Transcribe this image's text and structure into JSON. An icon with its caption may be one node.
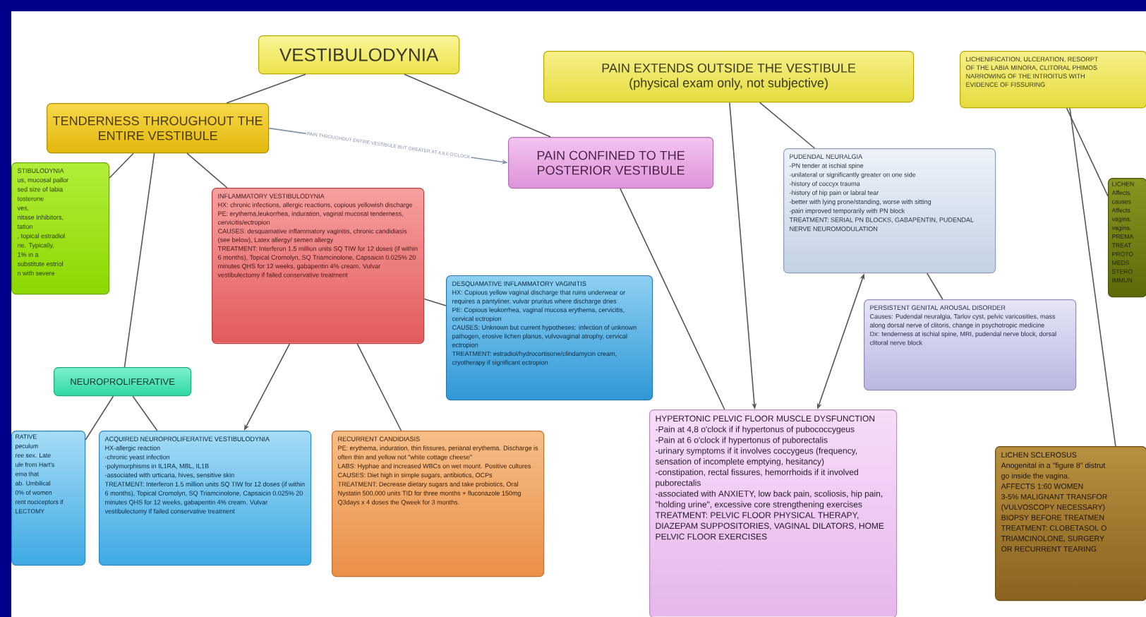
{
  "diagram": {
    "nodes": [
      {
        "text": [
          "VESTIBULODYNIA"
        ]
      },
      {
        "text": [
          "TENDERNESS THROUGHOUT THE ENTIRE VESTIBULE"
        ]
      },
      {
        "text": [
          "PAIN CONFINED TO THE POSTERIOR VESTIBULE"
        ]
      },
      {
        "text": [
          "PAIN EXTENDS OUTSIDE THE VESTIBULE",
          "(physical exam only, not subjective)"
        ]
      },
      {
        "text": [
          "LICHENIFICATION, ULCERATION, RESORPT",
          "OF THE LABIA MINORA, CLITORAL PHIMOS",
          "NARROWING OF THE INTROITUS WITH",
          "EVIDENCE OF FISSURING"
        ]
      },
      {
        "text": [
          "STIBULODYNIA",
          "us, mucosal pallor",
          "sed size of labia",
          "tosterone",
          "ves,",
          "nitase Inhibitors,",
          "tation",
          ", topical estradiol",
          "ne. Typically,",
          "1% in a",
          "substitute estriol",
          "n with severe"
        ]
      },
      {
        "text": [
          "INFLAMMATORY VESTIBULODYNIA",
          "HX: chronic infections, allergic reactions, copious yellowish discharge",
          "PE: erythema,leukorrhea, induration, vaginal mucosal tenderness, cervicitis/ectropion",
          "CAUSES: desquamative inflammatory vaginitis, chronic candidiasis (see below), Latex allergy/ semen allergy",
          "TREATMENT: Interferon 1.5 million units SQ TIW for 12 doses (if within 6 months), Topical Cromolyn, SQ Triamcinolone, Capsaicin 0.025% 20 minutes QHS for 12 weeks, gabapentin 4% cream. Vulvar vestibulectomy if failed conservative treatment"
        ]
      },
      {
        "text": [
          "DESQUAMATIVE INFLAMMATORY VAGINITIS",
          "HX: Copious yellow vaginal discharge that ruins underwear or requires a pantyliner, vulvar pruritus where discharge dries",
          "PE: Copious leukorrhea, vaginal mucosa erythema, cervicitis, cervical ectropion",
          "CAUSES: Unknown but current hypotheses: infection of unknown pathogen, erosive lichen planus, vulvovaginal atrophy, cervical ectropion",
          "TREATMENT: estradiol/hydrocortisone/clindamycin cream, cryotherapy if significant ectropion"
        ]
      },
      {
        "text": [
          "PUDENDAL NEURALGIA",
          "-PN tender at ischial spine",
          "-unilateral or significantly greater on one side",
          "-history of coccyx trauma",
          "-history of hip pain or labral tear",
          "-better with lying prone/standing, worse with sitting",
          "-pain improved temporarily with PN block",
          "TREATMENT: SERIAL PN BLOCKS, GABAPENTIN, PUDENDAL NERVE NEUROMODULATION"
        ]
      },
      {
        "text": [
          "PERSISTENT GENITAL AROUSAL DISORDER",
          "Causes: Pudendal neuralgia, Tarlov cyst, pelvic varicosities, mass along dorsal nerve of clitoris, change in psychotropic medicine",
          "Dx: tenderness at ischial spine, MRI, pudendal nerve block, dorsal clitoral nerve block"
        ]
      },
      {
        "text": [
          "LICHEN",
          "Affects",
          "causes",
          "Affects",
          "vagina.",
          "vagina.",
          "PREMA",
          "TREAT",
          "PROTO",
          "MEDS",
          "STERO",
          "IMMUN"
        ]
      },
      {
        "text": [
          "NEUROPROLIFERATIVE"
        ]
      },
      {
        "text": [
          "RATIVE",
          "peculum",
          "ree sex. Late",
          "ule from Hart's",
          "ema that",
          "ab. Umbilical",
          "0% of women",
          "rent nociceptors if",
          "LECTOMY"
        ]
      },
      {
        "text": [
          "ACQUIRED NEUROPROLIFERATIVE VESTIBULODYNIA",
          "HX-allergic reaction",
          "-chronic yeast infection",
          "-polymorphisms in IL1RA, MBL, IL1B",
          "-associated with urticaria, hives, sensitive skin",
          "TREATMENT: Interferon 1.5 million units SQ TIW for 12 doses (if within 6 months), Topical Cromolyn, SQ Triamcinolone, Capsaicin 0.025% 20 minutes QHS for 12 weeks, gabapentin 4% cream. Vulvar vestibulectomy if failed conservative treatment"
        ]
      },
      {
        "text": [
          "RECURRENT CANDIDIASIS",
          "PE: erythema, induration, thin fissures, perianal erythema. Discharge is often thin and yellow not \"white cottage cheese\"",
          "LABS: Hyphae and increased WBCs on wet mount. Positive cultures",
          "CAUSES: Diet high in simple sugars, antibiotics, OCPs",
          "TREATMENT: Decrease dietary sugars and take probiotics, Oral Nystatin 500,000 units TID for three months + fluconazole 150mg Q3days x 4 doses the Qweek for 3 months."
        ]
      },
      {
        "text": [
          "HYPERTONIC PELVIC FLOOR MUSCLE DYSFUNCTION",
          "-Pain at 4,8 o'clock if if hypertonus of pubococcygeus",
          "-Pain at 6 o'clock if hypertonus of puborectalis",
          "-urinary symptoms if it involves coccygeus (frequency, sensation of incomplete emptying, hesitancy)",
          "-constipation, rectal fissures, hemorrhoids if it involved puborectalis",
          "-associated with ANXIETY, low back pain, scoliosis, hip pain, \"holding urine\", excessive core strengthening exercises",
          "TREATMENT: PELVIC FLOOR PHYSICAL THERAPY, DIAZEPAM SUPPOSITORIES, VAGINAL DILATORS, HOME PELVIC FLOOR EXERCISES"
        ]
      },
      {
        "text": [
          "LICHEN SCLEROSUS",
          "Anogenital in a \"figure 8\" distrut",
          "go inside the vagina.",
          "AFFECTS 1:60 WOMEN",
          "3-5% MALIGNANT TRANSFOR",
          "(VULVOSCOPY NECESSARY)",
          "BIOPSY BEFORE TREATMEN",
          "TREATMENT: CLOBETASOL O",
          "TRIAMCINOLONE, SURGERY",
          "OR RECURRENT TEARING"
        ]
      }
    ],
    "edges": [
      {
        "from": 0,
        "to": 1,
        "arrow": "none"
      },
      {
        "from": 0,
        "to": 2,
        "arrow": "none"
      },
      {
        "from": 1,
        "to": 2,
        "arrow": "to",
        "label": "PAIN THROUGHOUT ENTIRE VESTIBULE BUT GREATER AT 4,8,6 O'CLOCK",
        "color": "#7f8fa8"
      },
      {
        "from": 1,
        "to": 5,
        "arrow": "none"
      },
      {
        "from": 1,
        "to": 11,
        "arrow": "none"
      },
      {
        "from": 1,
        "to": 6,
        "arrow": "none"
      },
      {
        "from": 6,
        "to": 13,
        "arrow": "to"
      },
      {
        "from": 6,
        "to": 7,
        "arrow": "none"
      },
      {
        "from": 6,
        "to": 14,
        "arrow": "none"
      },
      {
        "from": 11,
        "to": 12,
        "arrow": "none"
      },
      {
        "from": 11,
        "to": 13,
        "arrow": "none"
      },
      {
        "from": 2,
        "to": 15,
        "arrow": "none"
      },
      {
        "from": 3,
        "to": 15,
        "arrow": "to"
      },
      {
        "from": 3,
        "to": 8,
        "arrow": "none"
      },
      {
        "from": 8,
        "to": 9,
        "arrow": "none"
      },
      {
        "from": 8,
        "to": 15,
        "arrow": "both"
      },
      {
        "from": 4,
        "to": 10,
        "arrow": "none"
      },
      {
        "from": 4,
        "to": 16,
        "arrow": "none"
      }
    ]
  }
}
